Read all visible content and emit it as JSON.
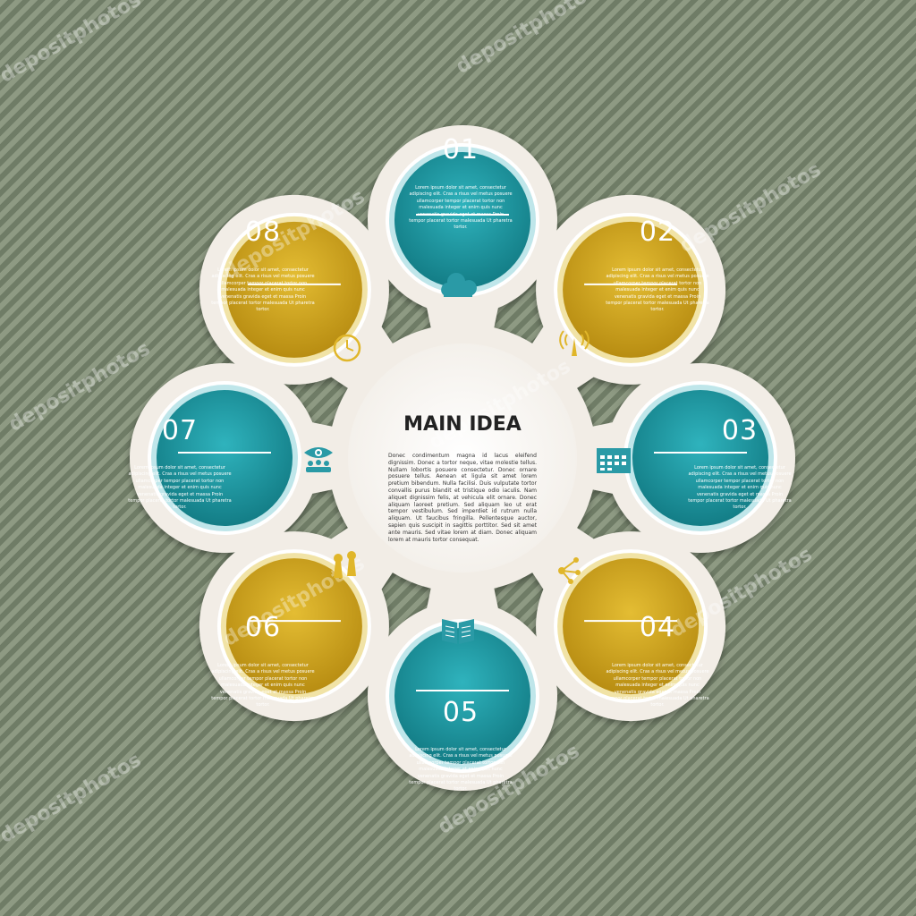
{
  "main": {
    "title": "MAIN IDEA",
    "text": "Donec condimentum magna id lacus eleifend dignissim. Donec a tortor neque, vitae molestie tellus. Nullam lobortis posuere consectetur. Donec ornare posuere tellus. Aenean et ligula sit amet lorem pretium bibendum. Nulla facilisi. Duis vulputate tortor convallis purus blandit et tristique odio iaculis. Nam aliquet dignissim felis, at vehicula elit ornare. Donec aliquam laoreet pretium. Sed aliquam leo ut erat tempor vestibulum. Sed imperdiet id rutrum nulla aliquam. Ut faucibus fringilla. Pellentesque auctor, sapien quis suscipit in sagittis porttitor. Sed sit amet ante mauris. Sed vitae lorem at diam. Donec aliquam lorem at mauris tortor consequat."
  },
  "blocks": [
    {
      "number": "01",
      "color": "teal",
      "text": "Lorem ipsum dolor sit amet, consectetur adipiscing elit. Cras a risus vel metus posuere ullamcorper tempor placerat tortor non malesuada integer et enim quis nunc venenatis gravida eget et massa Proin tempor placerat tortor malesuada Ut pharetra tortor."
    },
    {
      "number": "02",
      "color": "gold",
      "text": "Lorem ipsum dolor sit amet, consectetur adipiscing elit. Cras a risus vel metus posuere ullamcorper tempor placerat tortor non malesuada integer et enim quis nunc venenatis gravida eget et massa Proin tempor placerat tortor malesuada Ut pharetra tortor."
    },
    {
      "number": "03",
      "color": "teal",
      "text": "Lorem ipsum dolor sit amet, consectetur adipiscing elit. Cras a risus vel metus posuere ullamcorper tempor placerat tortor non malesuada integer et enim quis nunc venenatis gravida eget et massa Proin tempor placerat tortor malesuada Ut pharetra tortor."
    },
    {
      "number": "04",
      "color": "gold",
      "text": "Lorem ipsum dolor sit amet, consectetur adipiscing elit. Cras a risus vel metus posuere ullamcorper tempor placerat tortor non malesuada integer et enim quis nunc venenatis gravida eget et massa Proin tempor placerat tortor malesuada Ut pharetra tortor."
    },
    {
      "number": "05",
      "color": "teal",
      "text": "Lorem ipsum dolor sit amet, consectetur adipiscing elit. Cras a risus vel metus posuere ullamcorper tempor placerat tortor non malesuada integer et enim quis nunc venenatis gravida eget et massa Proin tempor placerat tortor malesuada Ut pharetra tortor."
    },
    {
      "number": "06",
      "color": "gold",
      "text": "Lorem ipsum dolor sit amet, consectetur adipiscing elit. Cras a risus vel metus posuere ullamcorper tempor placerat tortor non malesuada integer et enim quis nunc venenatis gravida eget et massa Proin tempor placerat tortor malesuada Ut pharetra tortor."
    },
    {
      "number": "07",
      "color": "teal",
      "text": "Lorem ipsum dolor sit amet, consectetur adipiscing elit. Cras a risus vel metus posuere ullamcorper tempor placerat tortor non malesuada integer et enim quis nunc venenatis gravida eget et massa Proin tempor placerat tortor malesuada Ut pharetra tortor."
    },
    {
      "number": "08",
      "color": "gold",
      "text": "Lorem ipsum dolor sit amet, consectetur adipiscing elit. Cras a risus vel metus posuere ullamcorper tempor placerat tortor non malesuada integer et enim quis nunc venenatis gravida eget et massa Proin tempor placerat tortor malesuada Ut pharetra tortor."
    }
  ],
  "icons": [
    "cloud-icon",
    "antenna-icon",
    "calendar-icon",
    "network-icon",
    "book-icon",
    "award-icon",
    "eye-people-icon",
    "clock-icon"
  ],
  "colors": {
    "teal": "#1b9aa4",
    "gold": "#d6a81c",
    "icon": "#2a9aa6",
    "icon_gold": "#e0b62a",
    "shell": "#f2ede6"
  },
  "watermark": "depositphotos"
}
